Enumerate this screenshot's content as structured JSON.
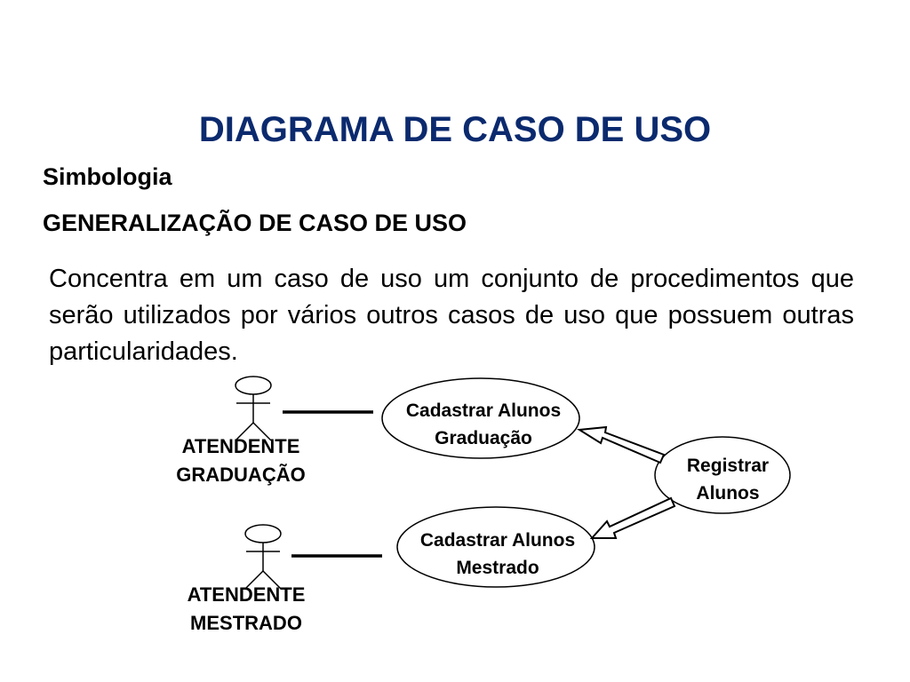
{
  "slide": {
    "title": "DIAGRAMA DE CASO DE USO",
    "subtitle": "Simbologia",
    "section": "GENERALIZAÇÃO DE CASO DE USO",
    "description": "Concentra em um caso de uso um conjunto de procedimentos que serão utilizados por vários outros casos de uso que possuem outras particularidades."
  },
  "diagram": {
    "actors": [
      {
        "line1": "ATENDENTE",
        "line2": "GRADUAÇÃO"
      },
      {
        "line1": "ATENDENTE",
        "line2": "MESTRADO"
      }
    ],
    "use_cases": [
      {
        "line1": "Cadastrar Alunos",
        "line2": "Graduação"
      },
      {
        "line1": "Cadastrar Alunos",
        "line2": "Mestrado"
      },
      {
        "line1": "Registrar",
        "line2": "Alunos"
      }
    ],
    "relations": [
      {
        "type": "association",
        "from": "ATENDENTE GRADUAÇÃO",
        "to": "Cadastrar Alunos Graduação"
      },
      {
        "type": "association",
        "from": "ATENDENTE MESTRADO",
        "to": "Cadastrar Alunos Mestrado"
      },
      {
        "type": "generalization",
        "from": "Registrar Alunos",
        "to": "Cadastrar Alunos Graduação"
      },
      {
        "type": "generalization",
        "from": "Registrar Alunos",
        "to": "Cadastrar Alunos Mestrado"
      }
    ]
  }
}
